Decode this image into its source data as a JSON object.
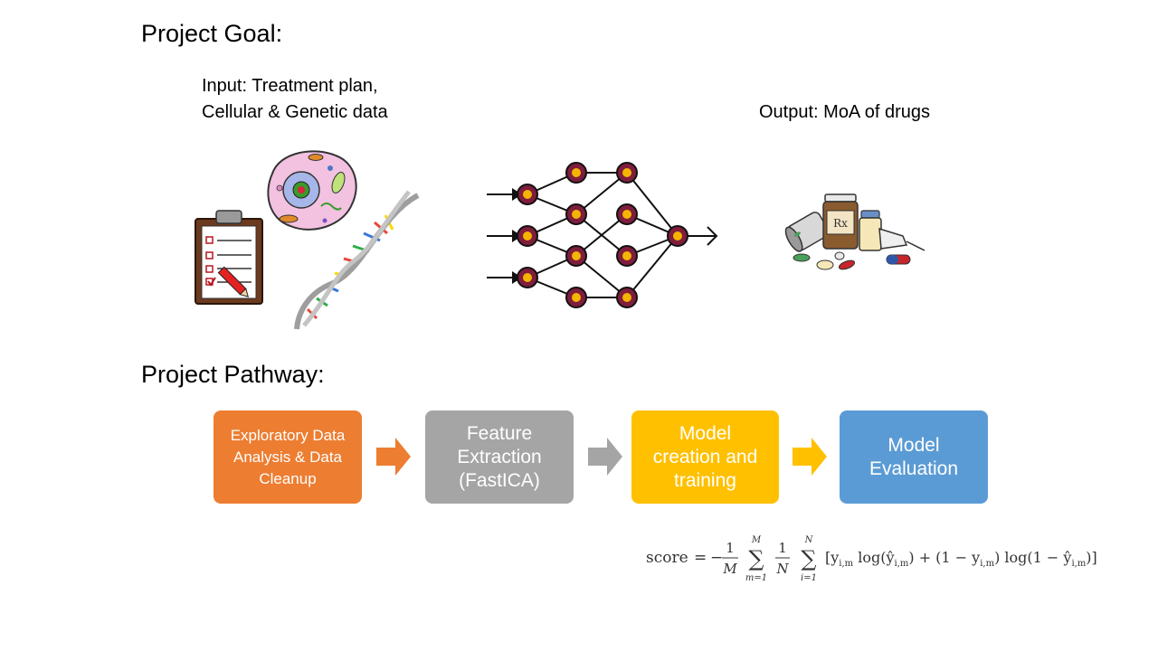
{
  "headings": {
    "goal": "Project Goal:",
    "pathway": "Project Pathway:"
  },
  "goal": {
    "input_line1": "Input: Treatment plan,",
    "input_line2": "Cellular & Genetic data",
    "output": "Output: MoA of drugs",
    "pill_label": "Rx"
  },
  "pathway": {
    "steps": [
      {
        "lines": [
          "Exploratory Data",
          "Analysis & Data",
          "Cleanup"
        ],
        "color": "#ED7D31"
      },
      {
        "lines": [
          "Feature",
          "Extraction",
          "(FastICA)"
        ],
        "color": "#A5A5A5"
      },
      {
        "lines": [
          "Model",
          "creation and",
          "training"
        ],
        "color": "#FFC000"
      },
      {
        "lines": [
          "Model",
          "Evaluation"
        ],
        "color": "#5B9BD5"
      }
    ],
    "arrows": [
      {
        "name": "arrow-orange",
        "color": "#ED7D31"
      },
      {
        "name": "arrow-gray",
        "color": "#A5A5A5"
      },
      {
        "name": "arrow-yellow",
        "color": "#FFC000"
      }
    ]
  },
  "formula": {
    "lhs": "score",
    "eq": "=",
    "minus": "−",
    "one": "1",
    "M": "M",
    "N": "N",
    "sum_top_M": "M",
    "sum_bot_m": "m=1",
    "sum_top_N": "N",
    "sum_bot_i": "i=1",
    "sigma": "∑",
    "body": "[y",
    "body_sub": "i,m",
    "body2": " log(ŷ",
    "body2_sub": "i,m",
    "body3": ") + (1 − y",
    "body3_sub": "i,m",
    "body4": ") log(1 − ŷ",
    "body4_sub": "i,m",
    "body5": ")]"
  }
}
